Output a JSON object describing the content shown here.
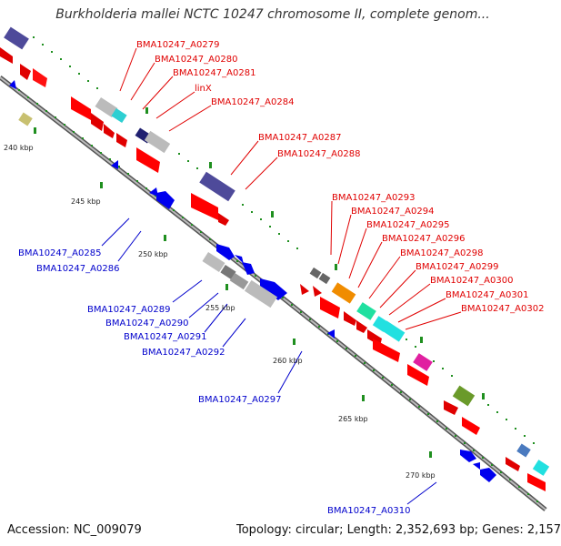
{
  "title": "Burkholderia mallei NCTC 10247 chromosome II, complete genom...",
  "footer": {
    "accession": "Accession: NC_009079",
    "summary": "Topology: circular; Length: 2,352,693 bp; Genes: 2,157"
  },
  "colors": {
    "forward_label": "#e00000",
    "reverse_label": "#0000cc",
    "backbone": "#888888",
    "tick": "#1f8f1f",
    "forward_gene": "#ff0000",
    "reverse_gene": "#0000ff"
  },
  "scale_labels": [
    "240 kbp",
    "245 kbp",
    "250 kbp",
    "255 kbp",
    "260 kbp",
    "265 kbp",
    "270 kbp"
  ],
  "forward_labels": [
    "BMA10247_A0279",
    "BMA10247_A0280",
    "BMA10247_A0281",
    "linX",
    "BMA10247_A0284",
    "BMA10247_A0287",
    "BMA10247_A0288",
    "BMA10247_A0293",
    "BMA10247_A0294",
    "BMA10247_A0295",
    "BMA10247_A0296",
    "BMA10247_A0298",
    "BMA10247_A0299",
    "BMA10247_A0300",
    "BMA10247_A0301",
    "BMA10247_A0302"
  ],
  "reverse_labels": [
    "BMA10247_A0285",
    "BMA10247_A0286",
    "BMA10247_A0289",
    "BMA10247_A0290",
    "BMA10247_A0291",
    "BMA10247_A0292",
    "BMA10247_A0297",
    "BMA10247_A0310"
  ]
}
